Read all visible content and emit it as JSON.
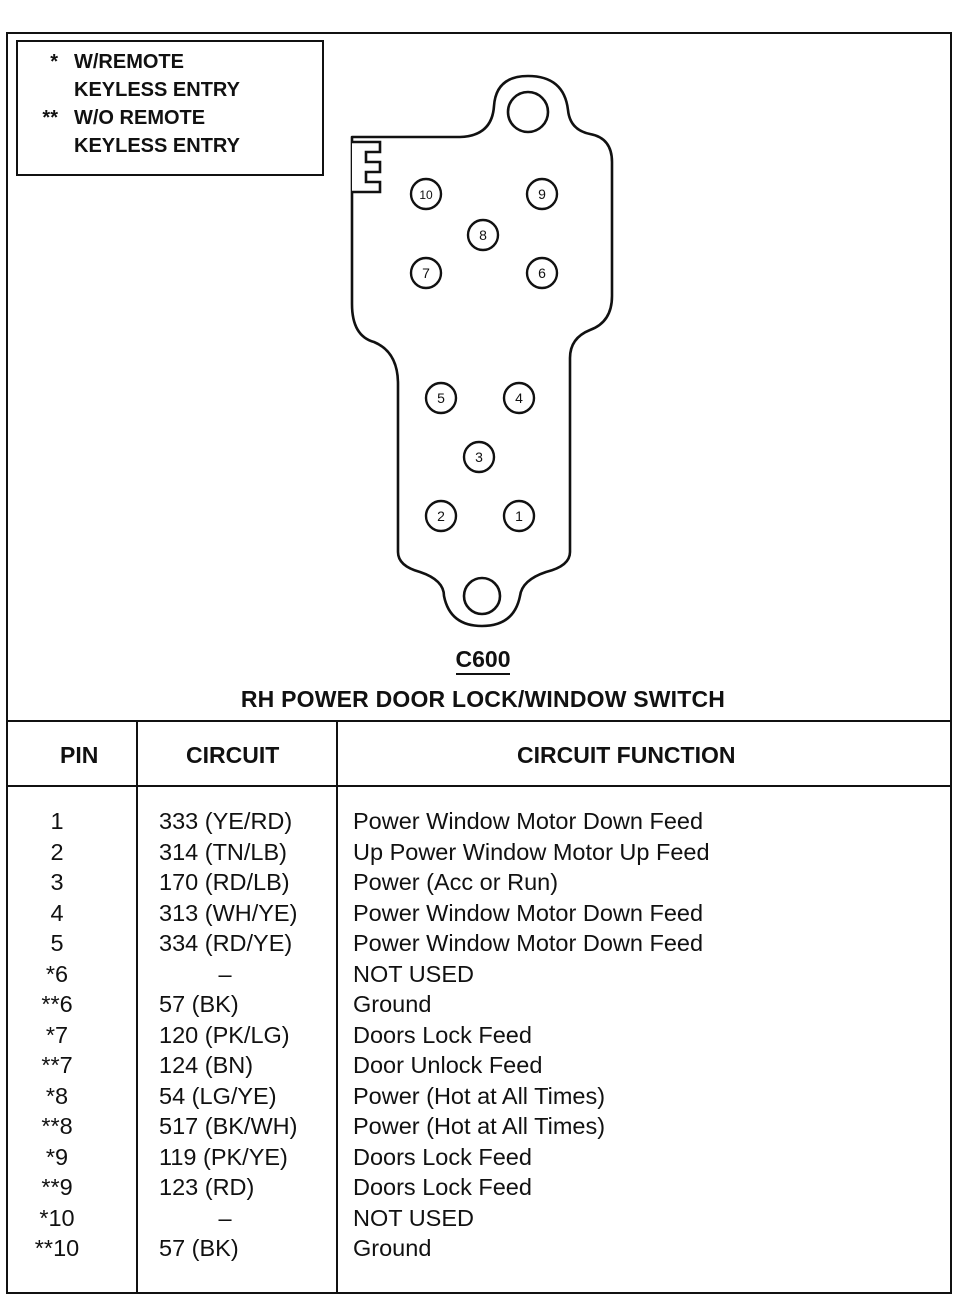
{
  "legend": [
    {
      "mark": "*",
      "line1": "W/REMOTE",
      "line2": "KEYLESS ENTRY"
    },
    {
      "mark": "**",
      "line1": "W/O REMOTE",
      "line2": "KEYLESS ENTRY"
    }
  ],
  "connector": {
    "id": "C600",
    "title": "RH POWER DOOR LOCK/WINDOW SWITCH",
    "pins": [
      "1",
      "2",
      "3",
      "4",
      "5",
      "6",
      "7",
      "8",
      "9",
      "10"
    ]
  },
  "table": {
    "headers": {
      "pin": "PIN",
      "circuit": "CIRCUIT",
      "function": "CIRCUIT FUNCTION"
    },
    "rows": [
      {
        "pin": "1",
        "circuit": "333 (YE/RD)",
        "function": "Power Window Motor Down Feed"
      },
      {
        "pin": "2",
        "circuit": "314 (TN/LB)",
        "function": "Up Power Window Motor Up Feed"
      },
      {
        "pin": "3",
        "circuit": "170 (RD/LB)",
        "function": "Power (Acc or Run)"
      },
      {
        "pin": "4",
        "circuit": "313 (WH/YE)",
        "function": "Power Window Motor Down Feed"
      },
      {
        "pin": "5",
        "circuit": "334 (RD/YE)",
        "function": "Power Window Motor Down Feed"
      },
      {
        "pin": "*6",
        "circuit": "–",
        "function": "NOT USED"
      },
      {
        "pin": "**6",
        "circuit": "57 (BK)",
        "function": "Ground"
      },
      {
        "pin": "*7",
        "circuit": "120 (PK/LG)",
        "function": "Doors Lock Feed"
      },
      {
        "pin": "**7",
        "circuit": "124 (BN)",
        "function": "Door Unlock Feed"
      },
      {
        "pin": "*8",
        "circuit": "54 (LG/YE)",
        "function": "Power (Hot at All Times)"
      },
      {
        "pin": "**8",
        "circuit": "517 (BK/WH)",
        "function": "Power (Hot at All Times)"
      },
      {
        "pin": "*9",
        "circuit": "119 (PK/YE)",
        "function": "Doors Lock Feed"
      },
      {
        "pin": "**9",
        "circuit": "123 (RD)",
        "function": "Doors Lock Feed"
      },
      {
        "pin": "*10",
        "circuit": "–",
        "function": "NOT USED"
      },
      {
        "pin": "**10",
        "circuit": "57 (BK)",
        "function": "Ground"
      }
    ]
  }
}
